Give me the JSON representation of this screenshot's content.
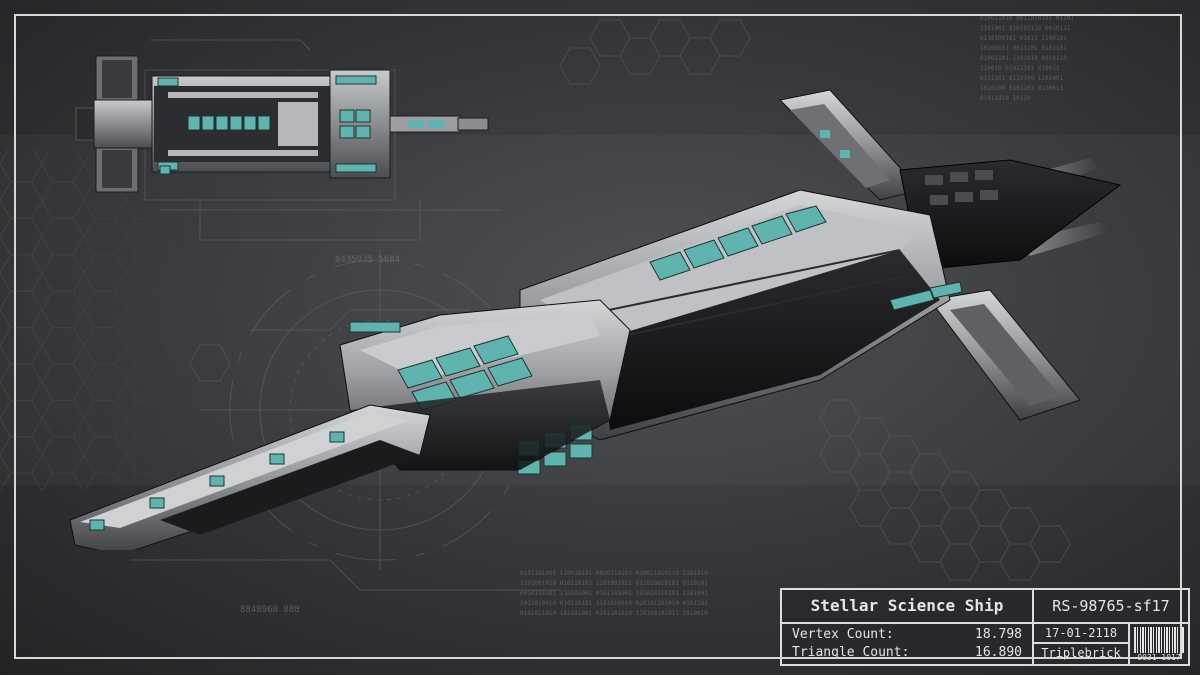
{
  "info_card": {
    "title": "Stellar Science Ship",
    "code": "RS-98765-sf17",
    "vertex_label": "Vertex Count:",
    "vertex_value": "18.798",
    "triangle_label": "Triangle Count:",
    "triangle_value": "16.890",
    "date": "17-01-2118",
    "author": "Triplebrick",
    "barcode_number": "9031 1017"
  },
  "colors": {
    "hull": "#9a9c9e",
    "hull_dark": "#151618",
    "panel_accent": "#5fb4b0",
    "frame": "#d8d8d8",
    "background": "#36383b"
  }
}
